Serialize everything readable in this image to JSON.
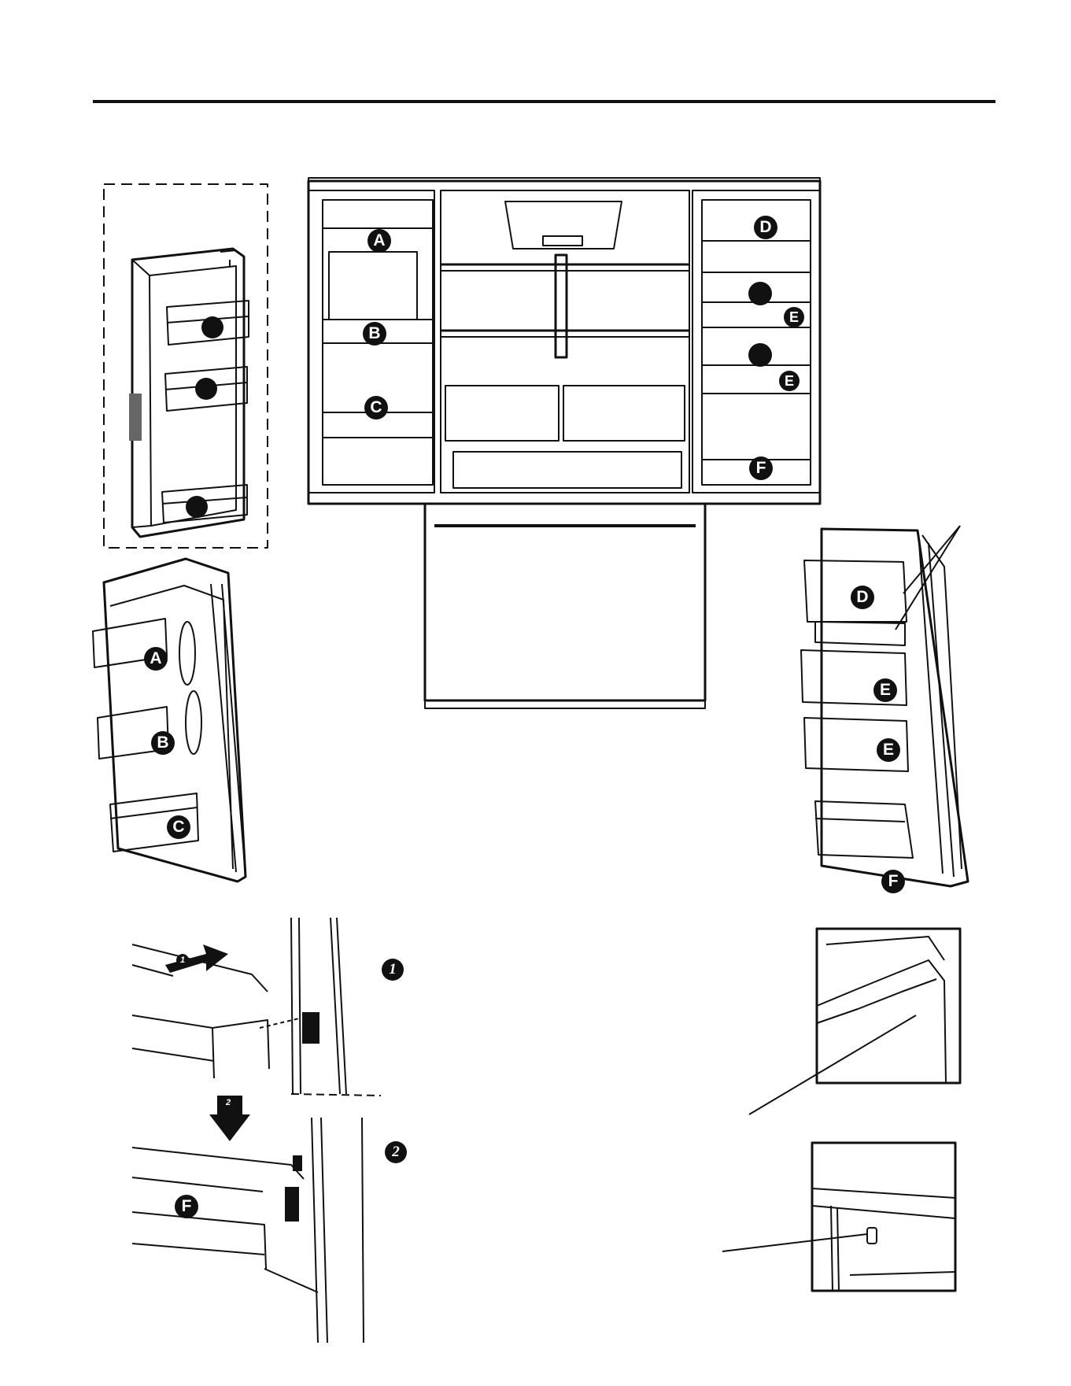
{
  "callouts": {
    "A": "A",
    "B": "B",
    "C": "C",
    "D": "D",
    "E": "E",
    "F": "F"
  },
  "steps": {
    "one": "1",
    "two": "2"
  },
  "colors": {
    "line": "#111111",
    "paper": "#ffffff",
    "label_fill": "#111111",
    "label_text": "#ffffff"
  }
}
